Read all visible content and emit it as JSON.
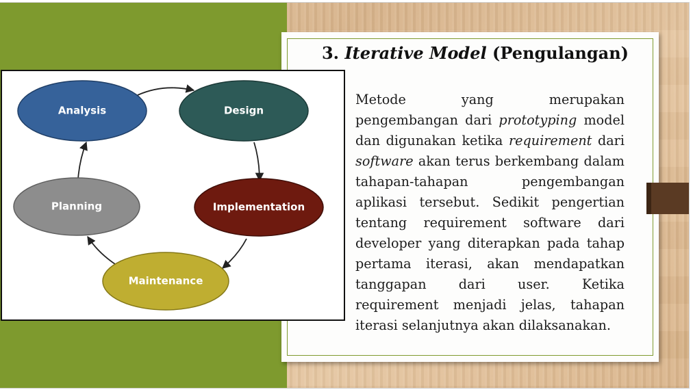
{
  "slide": {
    "title": {
      "number": "3.",
      "italic": "Iterative Model",
      "rest": "(Pengulangan)"
    },
    "paragraph": {
      "p1": "Metode yang merupakan pengembangan dari ",
      "p2": "prototyping",
      "p3": " model dan digunakan ketika ",
      "p4": "requirement",
      "p5": " dari ",
      "p6": "software",
      "p7": " akan terus berkembang dalam tahapan-tahapan pengembangan aplikasi tersebut. Sedikit pengertian tentang requirement software dari developer yang diterapkan pada tahap pertama iterasi, akan mendapatkan tanggapan dari user. Ketika requirement menjadi jelas, tahapan iterasi selanjutnya akan dilaksanakan."
    }
  },
  "diagram": {
    "nodes": [
      {
        "label": "Analysis",
        "color": "#36629a"
      },
      {
        "label": "Design",
        "color": "#2d5a57"
      },
      {
        "label": "Implementation",
        "color": "#6e1a0f"
      },
      {
        "label": "Maintenance",
        "color": "#bfae31"
      },
      {
        "label": "Planning",
        "color": "#8d8d8d"
      }
    ],
    "flow": [
      "Analysis",
      "Design",
      "Implementation",
      "Maintenance",
      "Planning",
      "Analysis"
    ]
  },
  "colors": {
    "green_band": "#7e9a2e",
    "wood": "#dfbd93",
    "tab": "#5a3a23"
  }
}
